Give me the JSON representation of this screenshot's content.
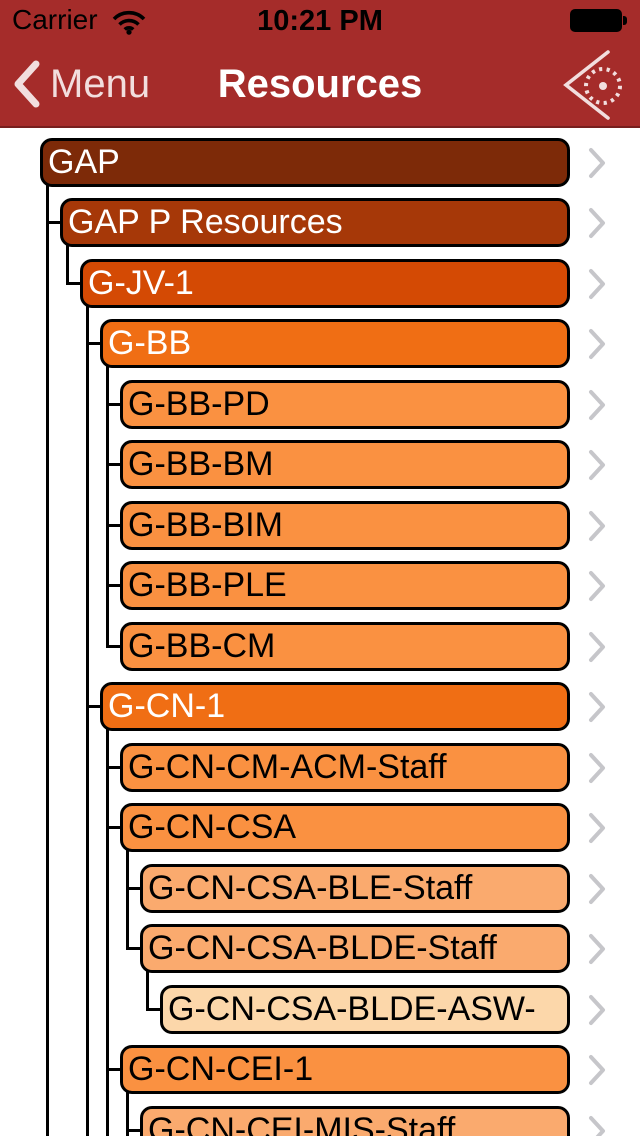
{
  "status_bar": {
    "carrier": "Carrier",
    "time": "10:21 PM"
  },
  "nav_bar": {
    "back_label": "Menu",
    "title": "Resources"
  },
  "icons": {
    "status_wifi": "wifi-icon",
    "status_battery": "battery-icon",
    "back": "chevron-left-icon",
    "nav_right": "chevron-dotted-gear-icon",
    "row_disclosure": "chevron-right-icon"
  },
  "colors": {
    "header_bg": "#A52C2A",
    "header_title": "#FFFFFF",
    "back_tint": "#F2DEDE",
    "status_text": "#000000",
    "disclosure_gray": "#C6C6CA",
    "connector_line": "#000000",
    "levels": [
      {
        "bg": "#7D2A08",
        "text": "#FFFFFF"
      },
      {
        "bg": "#A63808",
        "text": "#FFFFFF"
      },
      {
        "bg": "#D44A04",
        "text": "#FFFFFF"
      },
      {
        "bg": "#F06E14",
        "text": "#FFFFFF"
      },
      {
        "bg": "#FA9141",
        "text": "#000000"
      },
      {
        "bg": "#FAAA6E",
        "text": "#000000"
      },
      {
        "bg": "#FCD7AA",
        "text": "#000000"
      }
    ]
  },
  "tree": {
    "items": [
      {
        "label": "GAP",
        "level": 0,
        "line_to_bottom": true
      },
      {
        "label": "GAP P Resources",
        "level": 1
      },
      {
        "label": "G-JV-1",
        "level": 2,
        "line_to_bottom": true
      },
      {
        "label": "G-BB",
        "level": 3
      },
      {
        "label": "G-BB-PD",
        "level": 4
      },
      {
        "label": "G-BB-BM",
        "level": 4
      },
      {
        "label": "G-BB-BIM",
        "level": 4
      },
      {
        "label": "G-BB-PLE",
        "level": 4
      },
      {
        "label": "G-BB-CM",
        "level": 4
      },
      {
        "label": "G-CN-1",
        "level": 3,
        "line_to_bottom": true
      },
      {
        "label": "G-CN-CM-ACM-Staff",
        "level": 4
      },
      {
        "label": "G-CN-CSA",
        "level": 4
      },
      {
        "label": "G-CN-CSA-BLE-Staff",
        "level": 5
      },
      {
        "label": "G-CN-CSA-BLDE-Staff",
        "level": 5
      },
      {
        "label": "G-CN-CSA-BLDE-ASW-",
        "level": 6
      },
      {
        "label": "G-CN-CEI-1",
        "level": 4,
        "line_to_bottom": true
      },
      {
        "label": "G-CN-CEI-MIS-Staff",
        "level": 5
      }
    ]
  }
}
